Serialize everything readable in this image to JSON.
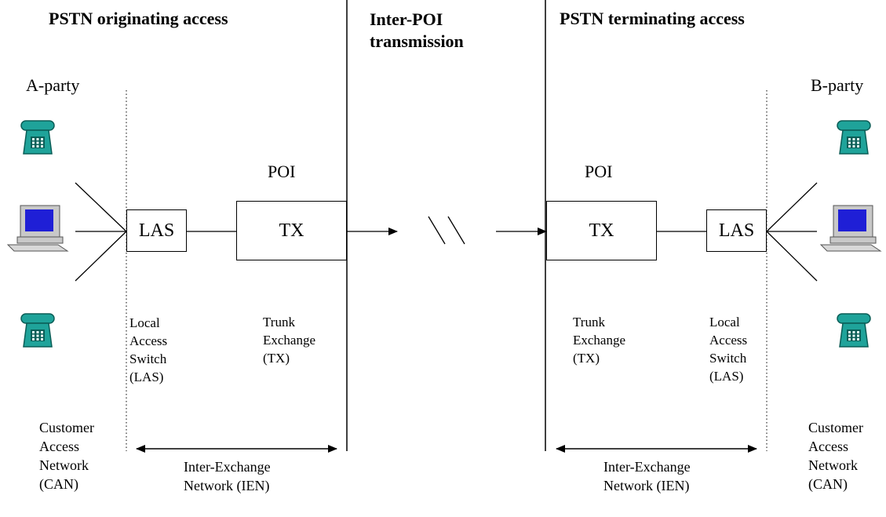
{
  "headers": {
    "originating": "PSTN originating access",
    "inter_poi": "Inter-POI\ntransmission",
    "terminating": "PSTN terminating access"
  },
  "parties": {
    "a": "A-party",
    "b": "B-party"
  },
  "poi": {
    "left": "POI",
    "right": "POI"
  },
  "boxes": {
    "las_left": "LAS",
    "tx_left": "TX",
    "tx_right": "TX",
    "las_right": "LAS"
  },
  "captions": {
    "local_access_switch": "Local\nAccess\nSwitch\n(LAS)",
    "trunk_exchange": "Trunk\nExchange\n(TX)",
    "customer_access_network": "Customer\nAccess\nNetwork\n(CAN)",
    "inter_exchange_network": "Inter-Exchange\nNetwork (IEN)"
  },
  "transmission_break": "\\\\",
  "icons": {
    "phone": "telephone-icon",
    "computer": "computer-icon"
  },
  "colors": {
    "phone_teal": "#1fa39a",
    "phone_dark": "#0b5e57",
    "screen_blue": "#1f1fd6",
    "computer_grey": "#c8c8c8"
  }
}
